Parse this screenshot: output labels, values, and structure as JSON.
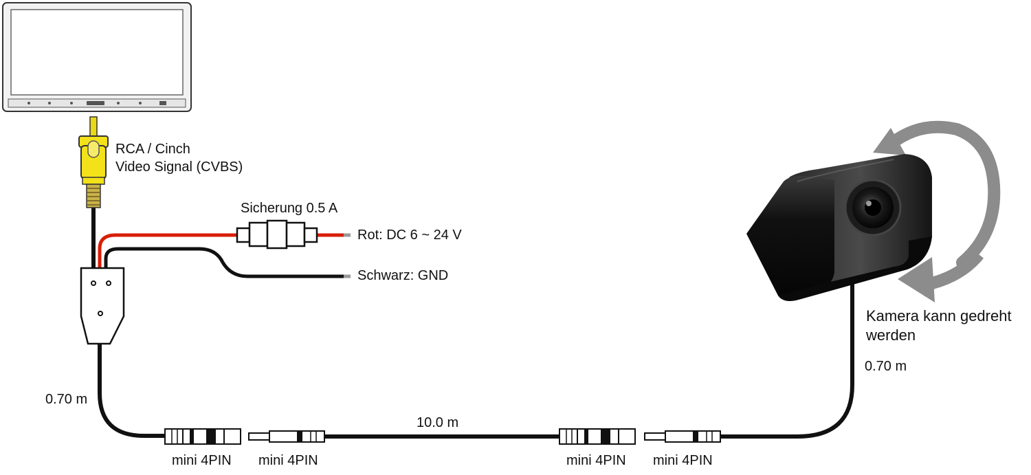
{
  "colors": {
    "cable": "#111111",
    "power_wire": "#d81e05",
    "rca_plug": "#f3e21a",
    "rotation_arrow": "#8c8c8c"
  },
  "labels": {
    "rca_line1": "RCA / Cinch",
    "rca_line2": "Video Signal (CVBS)",
    "fuse": "Sicherung 0.5 A",
    "red_wire": "Rot: DC 6 ~ 24 V",
    "black_wire": "Schwarz: GND",
    "length_left": "0.70 m",
    "length_middle": "10.0 m",
    "length_right": "0.70 m",
    "camera_line1": "Kamera kann gedreht",
    "camera_line2": "werden",
    "conn1": "mini 4PIN",
    "conn2": "mini 4PIN",
    "conn3": "mini 4PIN",
    "conn4": "mini 4PIN"
  }
}
